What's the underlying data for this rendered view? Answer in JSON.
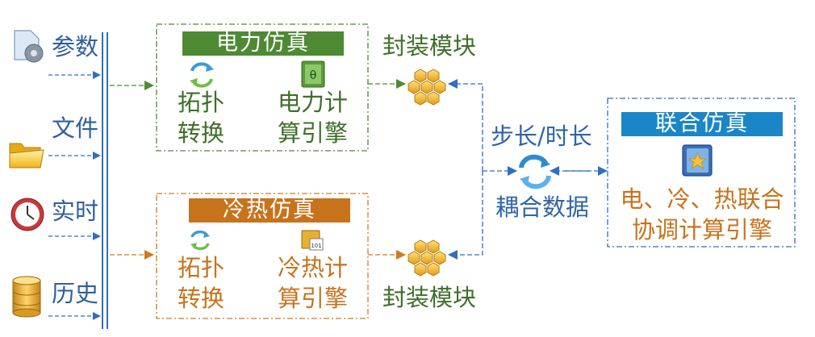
{
  "inputs": {
    "params": {
      "label": "参数",
      "icon": "gear-document-icon"
    },
    "file": {
      "label": "文件",
      "icon": "folder-icon"
    },
    "realtime": {
      "label": "实时",
      "icon": "clock-icon"
    },
    "history": {
      "label": "历史",
      "icon": "database-icon"
    }
  },
  "power": {
    "title": "电力仿真",
    "left_line1": "拓扑",
    "left_line2": "转换",
    "right_line1": "电力计",
    "right_line2": "算引擎",
    "color": "#4e8a34"
  },
  "thermal": {
    "title": "冷热仿真",
    "left_line1": "拓扑",
    "left_line2": "转换",
    "right_line1": "冷热计",
    "right_line2": "算引擎",
    "color": "#c7731c"
  },
  "packaging": {
    "top_label": "封装模块",
    "bottom_label": "封装模块"
  },
  "coupling": {
    "step_label": "步长/时长",
    "data_label": "耦合数据"
  },
  "joint": {
    "title": "联合仿真",
    "line1": "电、冷、热联合",
    "line2": "协调计算引擎",
    "color": "#1a86c8"
  }
}
